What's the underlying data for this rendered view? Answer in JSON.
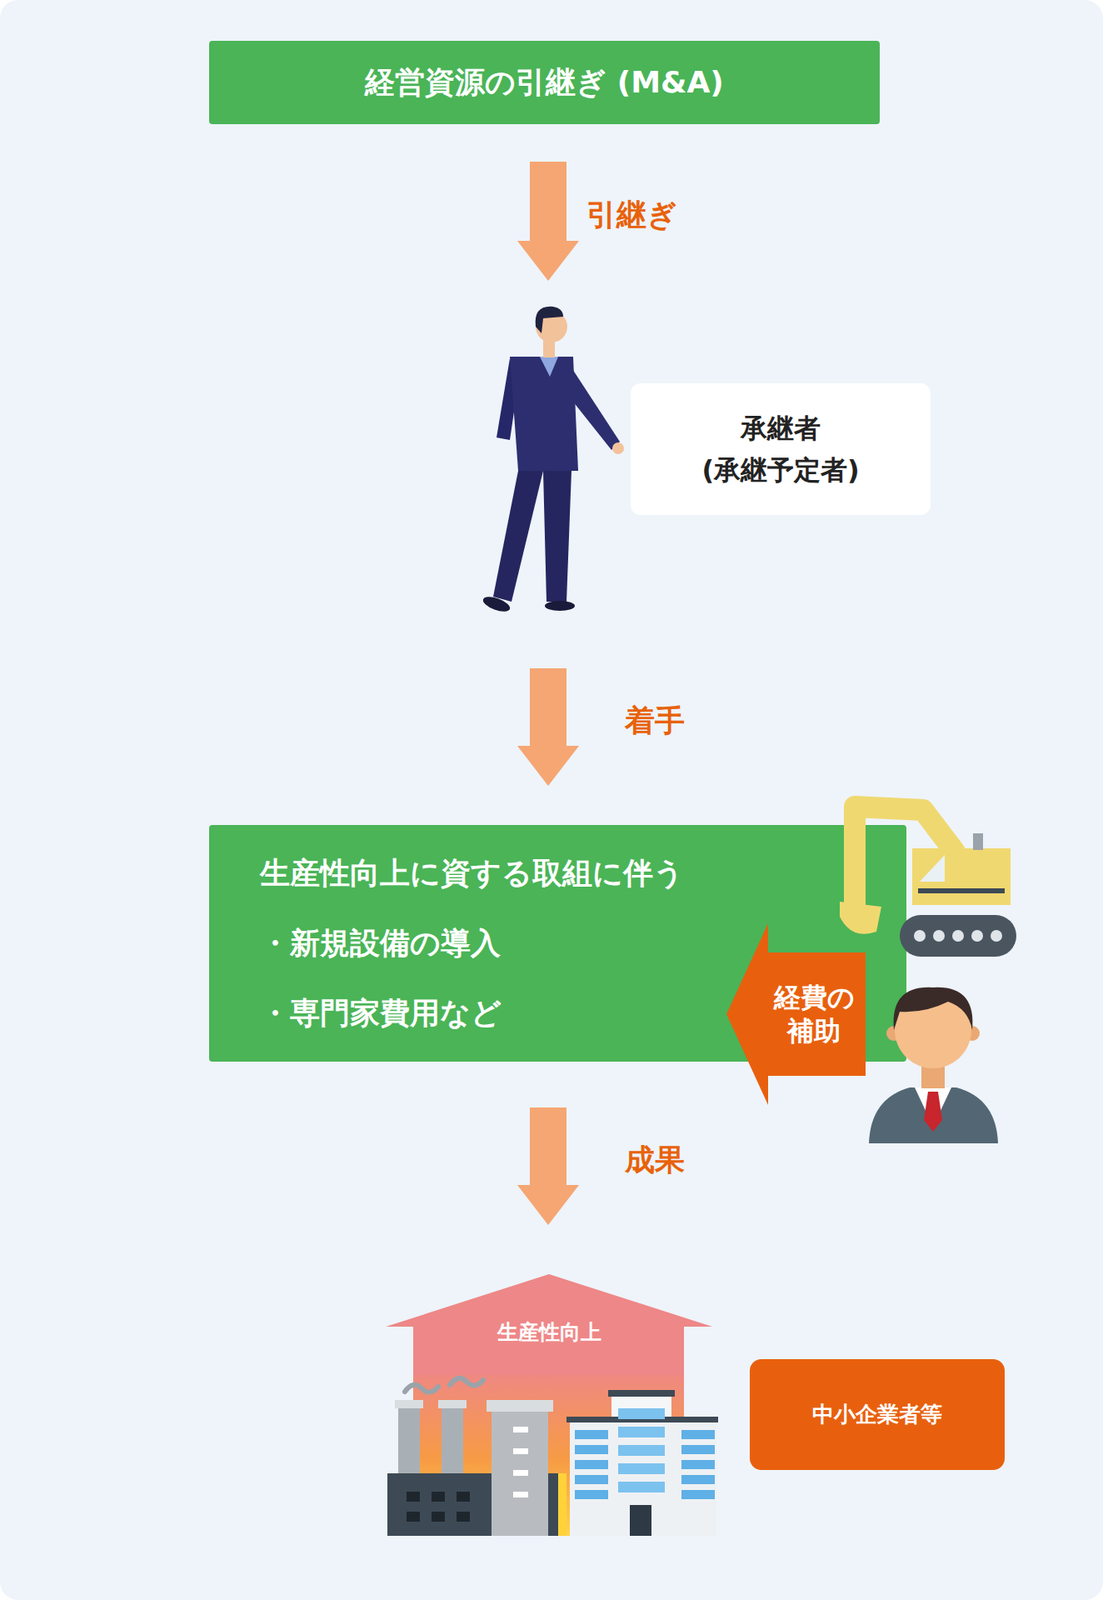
{
  "diagram": {
    "nodes": [
      {
        "text": [
          "経営資源の引継ぎ (M&A)"
        ]
      },
      {
        "text": [
          "承継者",
          "(承継予定者)"
        ]
      },
      {
        "text": [
          "生産性向上に資する取組に伴う",
          "・新規設備の導入",
          "・専門家費用など"
        ]
      },
      {
        "text": [
          "経費の 補助"
        ]
      },
      {
        "text": [
          "生産性向上"
        ]
      },
      {
        "text": [
          "中小企業者等"
        ]
      }
    ],
    "edges": [
      {
        "from": 0,
        "to": 1,
        "label": "引継ぎ",
        "arrow": "to"
      },
      {
        "from": 1,
        "to": 2,
        "label": "着手",
        "arrow": "to"
      },
      {
        "from": 2,
        "to": 4,
        "label": "成果",
        "arrow": "to"
      }
    ]
  }
}
